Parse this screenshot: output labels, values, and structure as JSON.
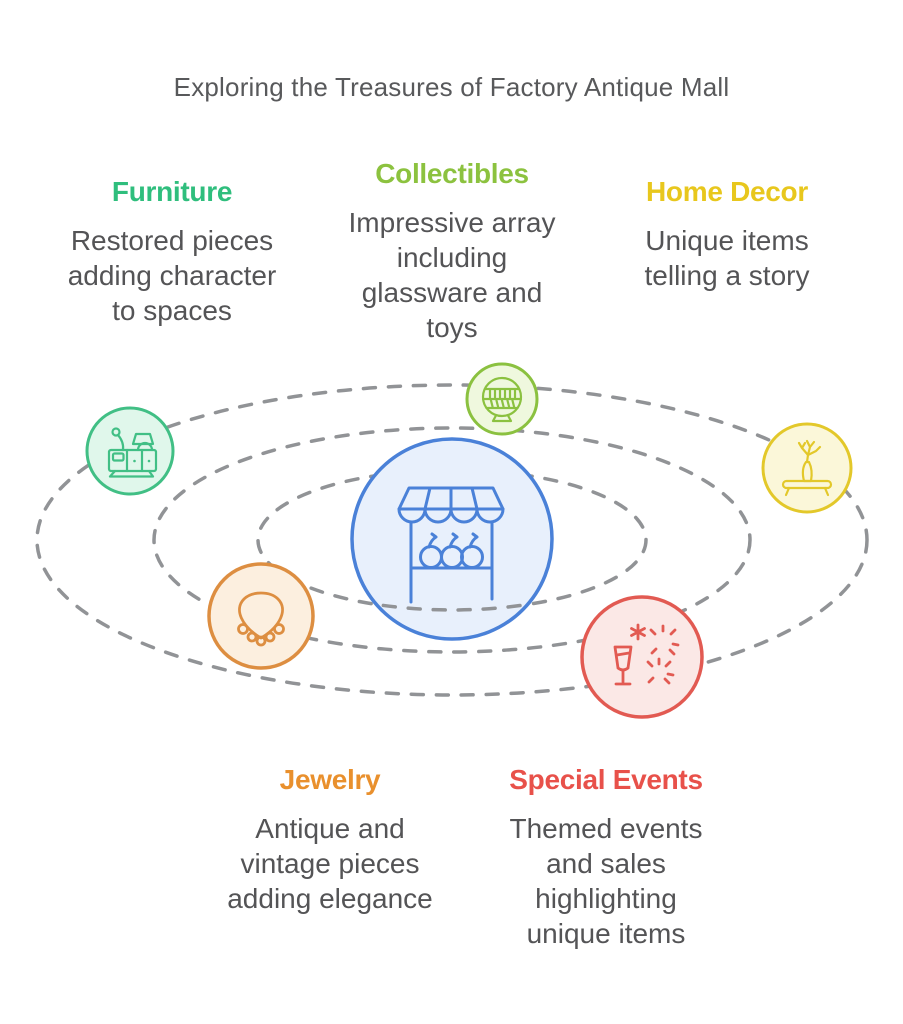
{
  "title": {
    "text": "Exploring the Treasures of Factory Antique Mall",
    "color": "#58595b"
  },
  "diagram": {
    "orbit_color": "#919396",
    "orbit_count": 3,
    "center": {
      "icon": "market-stall-icon",
      "fill": "#e8f0fc",
      "stroke": "#4a81d8"
    }
  },
  "body_text_color": "#545456",
  "categories": [
    {
      "name": "Furniture",
      "description": "Restored pieces\nadding character\nto spaces",
      "accent": "#2fbe7d",
      "icon": "furniture-cabinet-lamp-icon",
      "circle_fill": "#e0f7eb",
      "circle_stroke": "#41bf85"
    },
    {
      "name": "Collectibles",
      "description": "Impressive array\nincluding\nglassware and\ntoys",
      "accent": "#8cc23f",
      "icon": "woven-basket-icon",
      "circle_fill": "#eff8de",
      "circle_stroke": "#8bc140"
    },
    {
      "name": "Home Decor",
      "description": "Unique items\ntelling a story",
      "accent": "#e8c71d",
      "icon": "vase-branches-table-icon",
      "circle_fill": "#fbf7d9",
      "circle_stroke": "#e3c82a"
    },
    {
      "name": "Jewelry",
      "description": "Antique and\nvintage pieces\nadding elegance",
      "accent": "#e9902d",
      "icon": "necklace-icon",
      "circle_fill": "#fcefdf",
      "circle_stroke": "#dd8e41"
    },
    {
      "name": "Special Events",
      "description": "Themed events\nand sales\nhighlighting\nunique items",
      "accent": "#e8514a",
      "icon": "champagne-fireworks-icon",
      "circle_fill": "#fbe8e6",
      "circle_stroke": "#e25a52"
    }
  ]
}
